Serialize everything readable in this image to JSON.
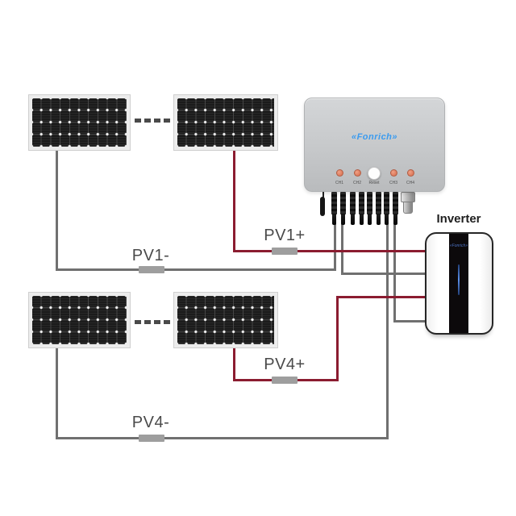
{
  "labels": {
    "pv1_plus": "PV1+",
    "pv1_minus": "PV1-",
    "pv4_plus": "PV4+",
    "pv4_minus": "PV4-",
    "inverter": "Inverter"
  },
  "device": {
    "brand": "«Fonrich»",
    "indicators": [
      {
        "label": "CH1"
      },
      {
        "label": "CH2"
      },
      {
        "label": "Reset"
      },
      {
        "label": "CH3"
      },
      {
        "label": "CH4"
      }
    ]
  },
  "inverter": {
    "brand": "«Fonrich»"
  },
  "colors": {
    "positive_wire": "#8b1c30",
    "negative_wire": "#707070",
    "brand_blue": "#3b9bef",
    "led": "#dc7a5c"
  }
}
